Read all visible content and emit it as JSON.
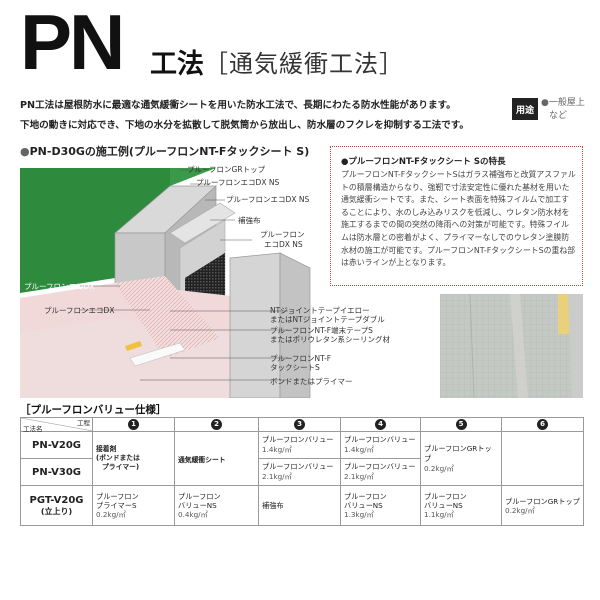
{
  "title": {
    "pn": "PN",
    "main": "工法",
    "sub": "［通気緩衝工法］"
  },
  "intro": {
    "line1": "PN工法は屋根防水に最適な通気緩衝シートを用いた防水工法で、長期にわたる防水性能があります。",
    "line2": "下地の動きに対応でき、下地の水分を拡散して脱気筒から放出し、防水層のフクレを抑制する工法です。"
  },
  "use": {
    "badge": "用途",
    "line1": "●一般屋上",
    "line2": "など"
  },
  "section": {
    "bullet": "●",
    "title": "PN-D30Gの施工例(プルーフロンNT-Fタックシート S)"
  },
  "diagram_labels": {
    "gr_top": "プルーフロンGRトップ",
    "eco_dx_ns_1": "プルーフロンエコDX NS",
    "eco_dx_ns_2": "プルーフロンエコDX NS",
    "hokyou": "補強布",
    "eco_dx_ns_3a": "プルーフロン",
    "eco_dx_ns_3b": "エコDX NS",
    "left_eco_dx": "プルーフロンエコDX",
    "left_eco_dx2": "プルーフロンエコDX",
    "nt_tape1": "NTジョイントテープイエロー",
    "nt_tape2": "またはNTジョイントテープダブル",
    "nt_edge1": "プルーフロンNT-F端末テープS",
    "nt_edge2": "またはポリウレタン系シーリング材",
    "nt_f1": "プルーフロンNT-F",
    "nt_f2": "タックシートS",
    "bond": "ボンドまたはプライマー"
  },
  "feature": {
    "title": "●プルーフロンNT-Fタックシート Sの特長",
    "body": "プルーフロンNT-FタックシートSはガラス補強布と改質アスファルトの積層構造からなり、強靭で寸法安定性に優れた基材を用いた通気緩衝シートです。また、シート表面を特殊フイルムで加工することにより、水のしみ込みリスクを低減し、ウレタン防水材を施工するまでの間の突然の降雨への対策が可能です。特殊フイルムは防水層との密着がよく、プライマーなしでのウレタン塗膜防水材の施工が可能です。プルーフロンNT-FタックシートSの重ね部は赤いラインが上となります。"
  },
  "table": {
    "title": "［プルーフロンバリュー仕様］",
    "hdr_process": "工程",
    "hdr_method": "工法名",
    "steps": [
      "1",
      "2",
      "3",
      "4",
      "5",
      "6"
    ],
    "rows": {
      "pnv20g": "PN-V20G",
      "pnv30g": "PN-V30G",
      "pgt1": "PGT-V20G",
      "pgt2": "(立上り)"
    },
    "cells": {
      "a1_1": "接着剤",
      "a1_2": "(ボンドまたは",
      "a1_3": "プライマー)",
      "a2": "通気緩衝シート",
      "a3_1": "プルーフロンバリュー",
      "a3_2": "1.4kg/㎡",
      "a4_1": "プルーフロンバリュー",
      "a4_2": "1.4kg/㎡",
      "a5_1": "プルーフロンGRトップ",
      "a5_2": "0.2kg/㎡",
      "b3_1": "プルーフロンバリュー",
      "b3_2": "2.1kg/㎡",
      "b4_1": "プルーフロンバリュー",
      "b4_2": "2.1kg/㎡",
      "c1_1": "プルーフロン",
      "c1_2": "プライマーS",
      "c1_3": "0.2kg/㎡",
      "c2_1": "プルーフロン",
      "c2_2": "バリューNS",
      "c2_3": "0.4kg/㎡",
      "c3": "補強布",
      "c4_1": "プルーフロン",
      "c4_2": "バリューNS",
      "c4_3": "1.3kg/㎡",
      "c5_1": "プルーフロン",
      "c5_2": "バリューNS",
      "c5_3": "1.1kg/㎡",
      "c6_1": "プルーフロンGRトップ",
      "c6_2": "0.2kg/㎡"
    }
  }
}
